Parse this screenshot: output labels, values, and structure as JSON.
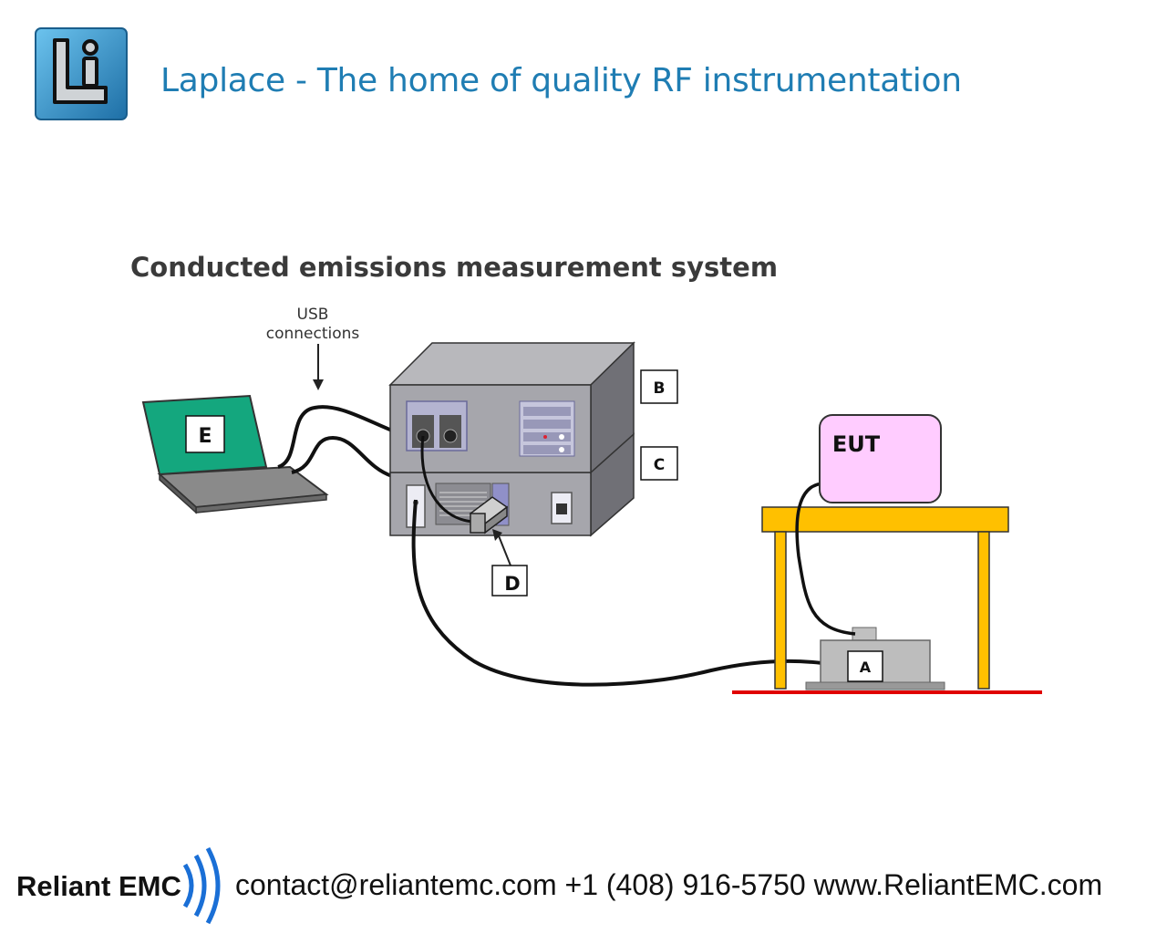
{
  "header": {
    "title": "Laplace - The home of quality RF instrumentation",
    "logo_text": "Li",
    "logo_color": "#2f8fc8"
  },
  "diagram": {
    "title": "Conducted emissions measurement system",
    "annotation": [
      "USB",
      "connections"
    ],
    "labels": {
      "E": "E",
      "B": "B",
      "C": "C",
      "D": "D",
      "A": "A",
      "EUT": "EUT"
    },
    "colors": {
      "laptop_screen": "#14a77e",
      "eut_box": "#ffccff",
      "table": "#ffc000",
      "ground_plane": "#e00000",
      "instrument": "#9a9aa0"
    }
  },
  "footer": {
    "brand": "Reliant EMC",
    "contact": "contact@reliantemc.com +1 (408) 916-5750 www.ReliantEMC.com"
  }
}
